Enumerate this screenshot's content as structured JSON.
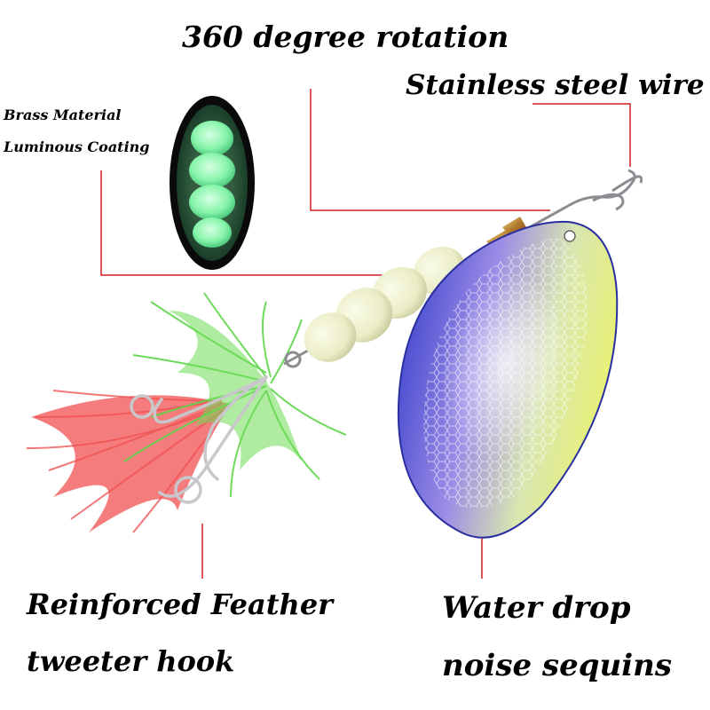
{
  "labels": {
    "rotation": "360 degree rotation",
    "wire": "Stainless steel wire",
    "brass": "Brass Material",
    "luminous": "Luminous Coating",
    "feather_line1": "Reinforced Feather",
    "feather_line2": "tweeter hook",
    "water_line1": "Water drop",
    "water_line2": "noise sequins"
  },
  "colors": {
    "callout_line": "#d02020",
    "glow_green": "#7cf5a4",
    "blade_blue": "#3a3fd0",
    "blade_yellow": "#e4f08a",
    "bead_cream": "#f1f3d6",
    "feather_red": "#f05050",
    "feather_green": "#5ed64a"
  }
}
